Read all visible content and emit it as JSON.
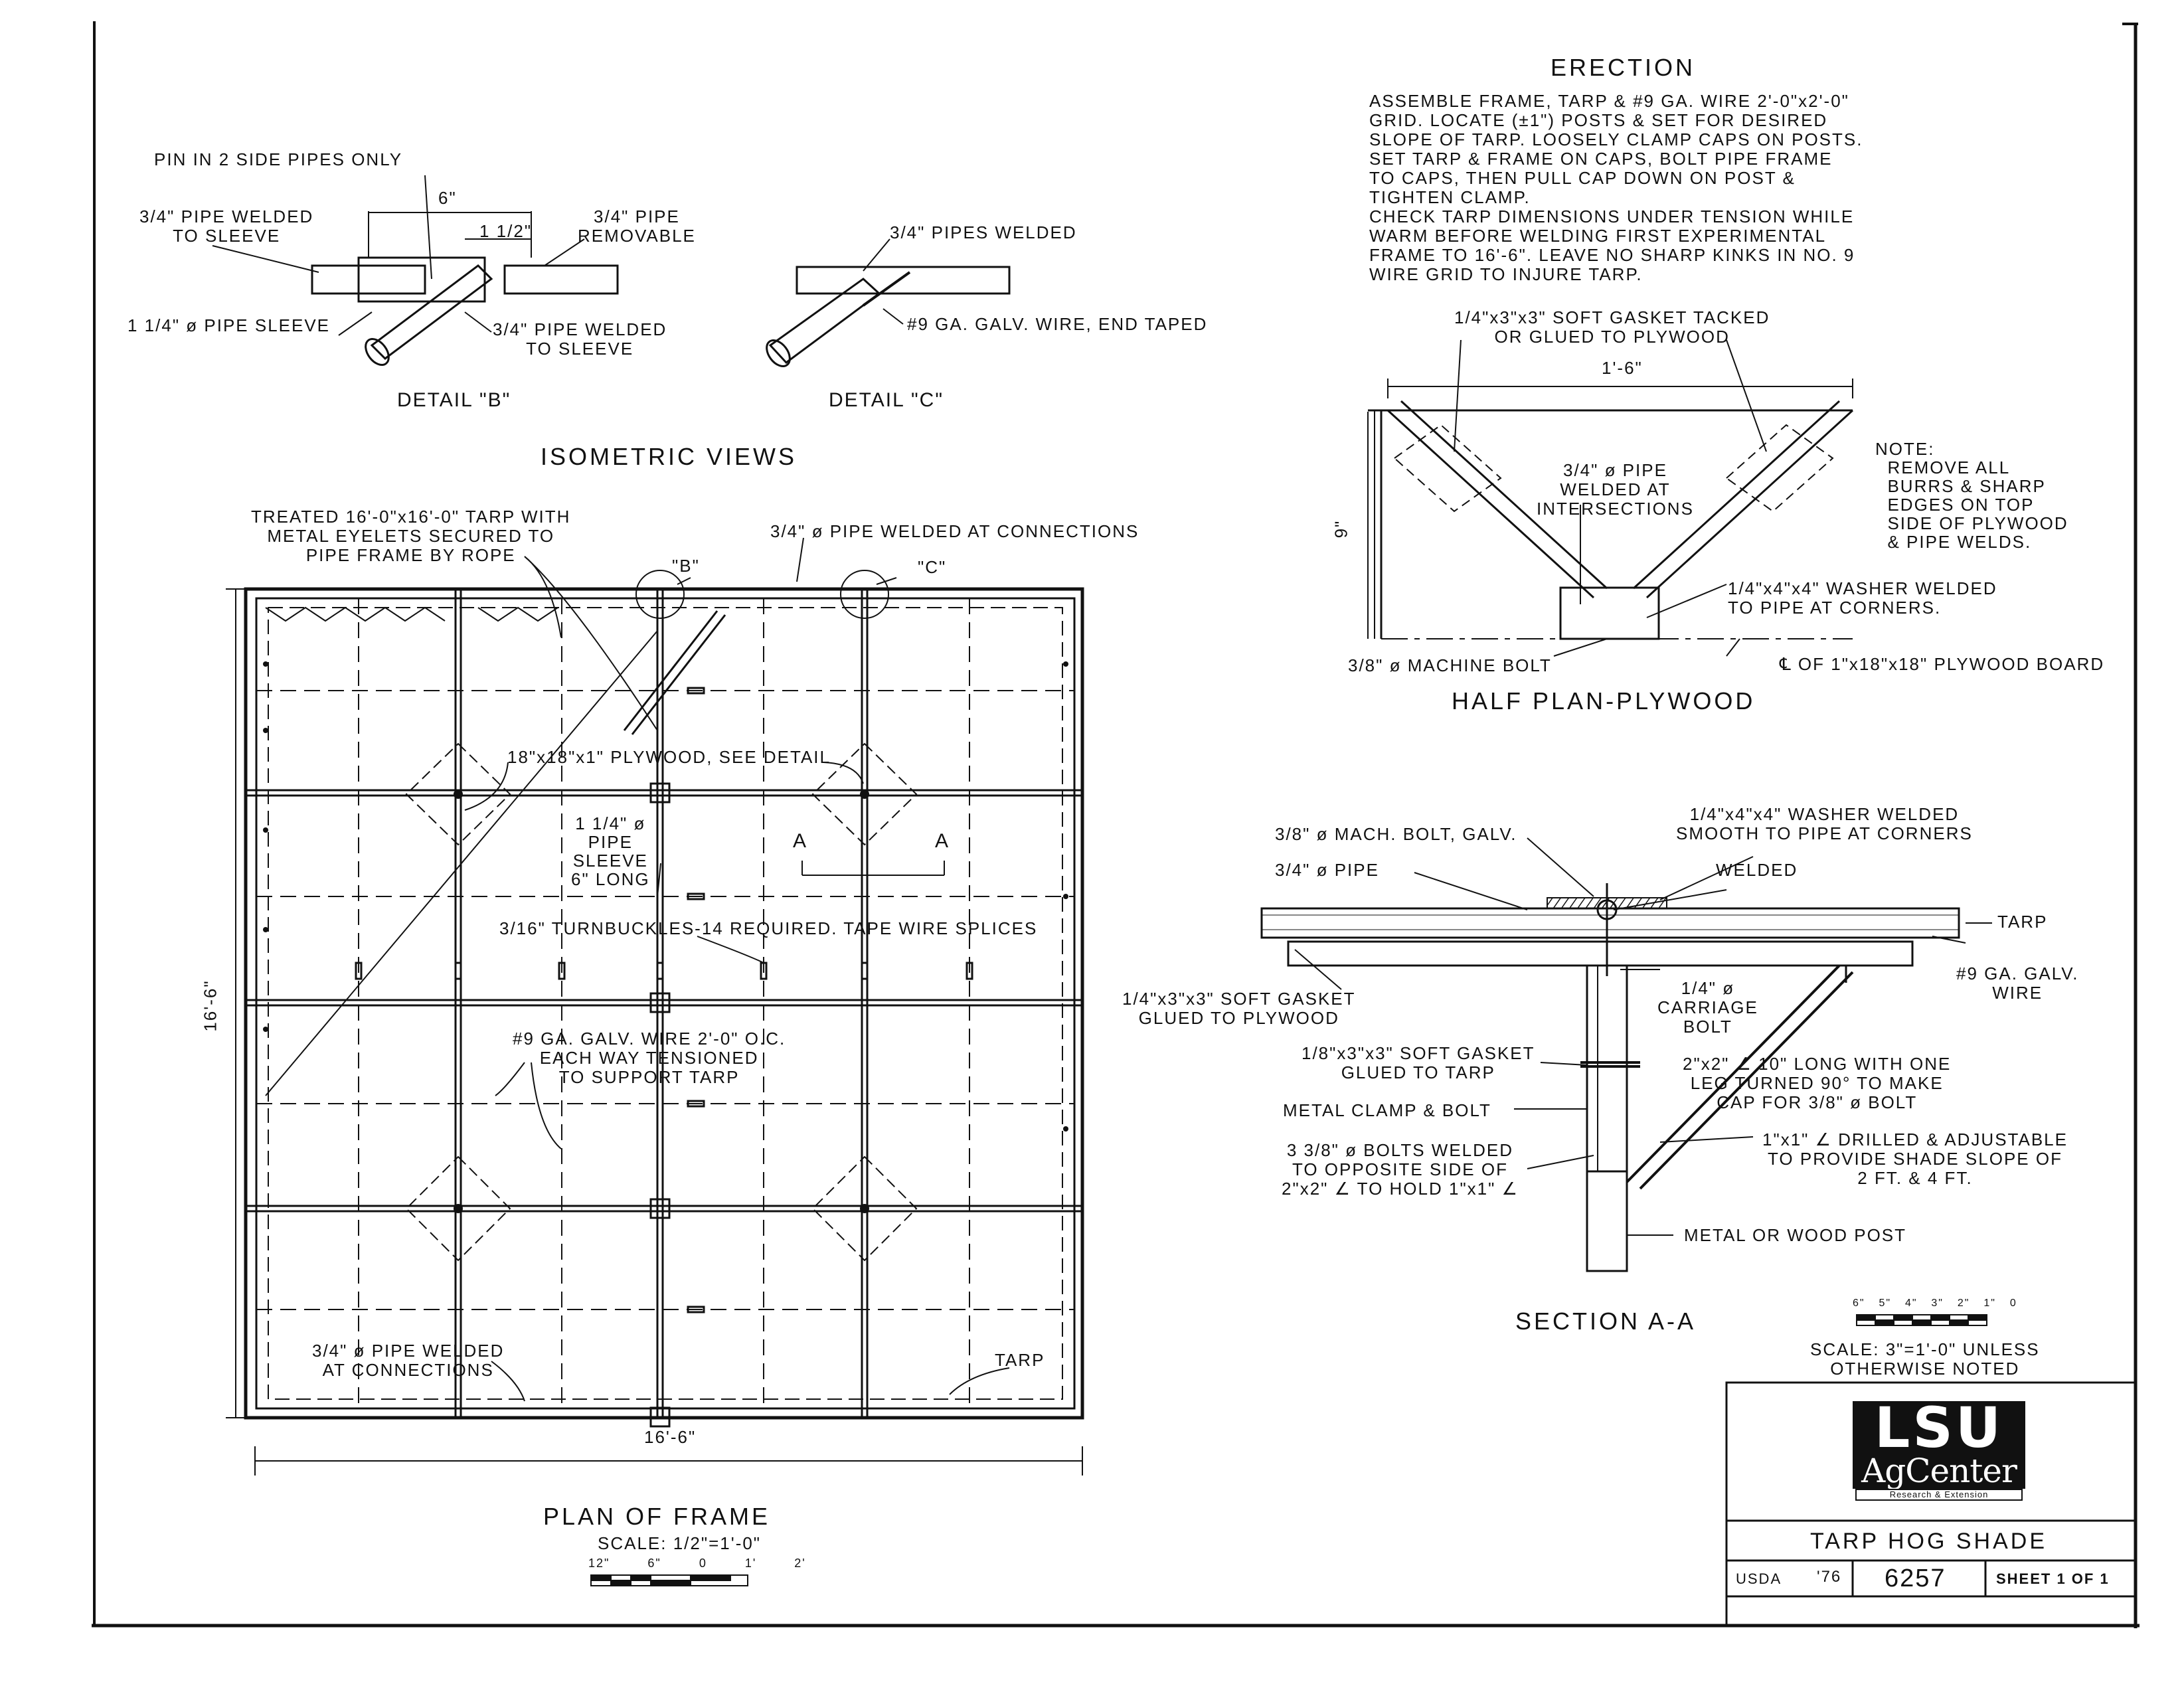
{
  "erection": {
    "title": "ERECTION",
    "notes": "ASSEMBLE FRAME, TARP & #9 GA. WIRE 2'-0\"x2'-0\"\nGRID. LOCATE (±1\") POSTS & SET FOR DESIRED\nSLOPE OF TARP. LOOSELY CLAMP CAPS ON POSTS.\nSET TARP & FRAME ON CAPS, BOLT PIPE FRAME\nTO CAPS, THEN PULL CAP DOWN ON POST &\nTIGHTEN CLAMP.\nCHECK TARP DIMENSIONS UNDER TENSION WHILE\nWARM BEFORE WELDING FIRST EXPERIMENTAL\nFRAME TO 16'-6\". LEAVE NO SHARP KINKS IN NO. 9\nWIRE GRID TO INJURE TARP."
  },
  "isometric": {
    "title": "ISOMETRIC VIEWS",
    "detail_b": {
      "caption": "DETAIL \"B\"",
      "pin_note": "PIN IN 2 SIDE PIPES ONLY",
      "dim_6": "6\"",
      "dim_1_5": "1 1/2\"",
      "pipe_welded_sleeve": "3/4\" PIPE WELDED\nTO SLEEVE",
      "pipe_removable": "3/4\" PIPE\nREMOVABLE",
      "pipe_sleeve": "1 1/4\" ø PIPE SLEEVE",
      "pipe_welded_sleeve_2": "3/4\" PIPE WELDED\nTO SLEEVE"
    },
    "detail_c": {
      "caption": "DETAIL \"C\"",
      "pipes_welded": "3/4\" PIPES WELDED",
      "wire": "#9 GA. GALV. WIRE, END TAPED"
    }
  },
  "plan": {
    "title": "PLAN OF FRAME",
    "scale": "SCALE: 1/2\"=1'-0\"",
    "scale_ticks": [
      "12\"",
      "6\"",
      "0",
      "1'",
      "2'"
    ],
    "tarp_note": "TREATED 16'-0\"x16'-0\" TARP WITH\nMETAL EYELETS SECURED TO\nPIPE FRAME BY ROPE",
    "pipe_welded_top": "3/4\" ø PIPE WELDED AT CONNECTIONS",
    "marker_b": "\"B\"",
    "marker_c": "\"C\"",
    "plywood_note": "18\"x18\"x1\" PLYWOOD, SEE DETAIL",
    "sleeve_note": "1 1/4\" ø\nPIPE\nSLEEVE\n6\" LONG",
    "section_a_left": "A",
    "section_a_right": "A",
    "turnbuckles": "3/16\" TURNBUCKLES-14 REQUIRED. TAPE WIRE SPLICES",
    "wire_note": "#9 GA. GALV. WIRE 2'-0\" O.C.\nEACH WAY TENSIONED\nTO SUPPORT TARP",
    "pipe_welded_bottom": "3/4\" ø PIPE WELDED\nAT CONNECTIONS",
    "tarp_label": "TARP",
    "dim_width": "16'-6\"",
    "dim_height": "16'-6\""
  },
  "half_plan": {
    "title": "HALF PLAN-PLYWOOD",
    "gasket": "1/4\"x3\"x3\" SOFT GASKET TACKED\nOR GLUED TO PLYWOOD",
    "dim_width": "1'-6\"",
    "dim_height": "9\"",
    "pipe_note": "3/4\" ø PIPE\nWELDED AT\nINTERSECTIONS",
    "washer": "1/4\"x4\"x4\" WASHER WELDED\nTO PIPE AT CORNERS.",
    "machine_bolt": "3/8\" ø MACHINE BOLT",
    "centerline": "℄ OF 1\"x18\"x18\" PLYWOOD BOARD",
    "note": "NOTE:\n  REMOVE ALL\n  BURRS & SHARP\n  EDGES ON TOP\n  SIDE OF PLYWOOD\n  & PIPE WELDS."
  },
  "section": {
    "title": "SECTION A-A",
    "mach_bolt": "3/8\" ø MACH. BOLT, GALV.",
    "pipe": "3/4\" ø PIPE",
    "washer": "1/4\"x4\"x4\" WASHER WELDED\nSMOOTH TO PIPE AT CORNERS",
    "welded": "WELDED",
    "tarp": "TARP",
    "wire": "#9 GA. GALV.\nWIRE",
    "gasket_plywood": "1/4\"x3\"x3\" SOFT GASKET\nGLUED TO PLYWOOD",
    "carriage_bolt": "1/4\" ø\nCARRIAGE\nBOLT",
    "gasket_tarp": "1/8\"x3\"x3\" SOFT GASKET\nGLUED TO TARP",
    "angle_cap": "2\"x2\" ∠ 10\" LONG WITH ONE\nLEG TURNED 90° TO MAKE\nCAP FOR 3/8\" ø BOLT",
    "clamp": "METAL CLAMP & BOLT",
    "drilled_angle": "1\"x1\" ∠ DRILLED & ADJUSTABLE\nTO PROVIDE SHADE SLOPE OF\n2 FT. & 4 FT.",
    "bolts_welded": "3 3/8\" ø BOLTS WELDED\nTO OPPOSITE SIDE OF\n2\"x2\" ∠ TO HOLD 1\"x1\" ∠",
    "post": "METAL OR WOOD POST",
    "scale_ticks": [
      "6\"",
      "5\"",
      "4\"",
      "3\"",
      "2\"",
      "1\"",
      "0"
    ],
    "scale": "SCALE: 3\"=1'-0\" UNLESS\nOTHERWISE NOTED"
  },
  "title_block": {
    "logo_lsu": "LSU",
    "logo_agcenter": "AgCenter",
    "logo_sub": "Research & Extension",
    "drawing_title": "TARP HOG SHADE",
    "agency": "USDA",
    "year": "'76",
    "number": "6257",
    "sheet": "SHEET 1 OF 1"
  }
}
